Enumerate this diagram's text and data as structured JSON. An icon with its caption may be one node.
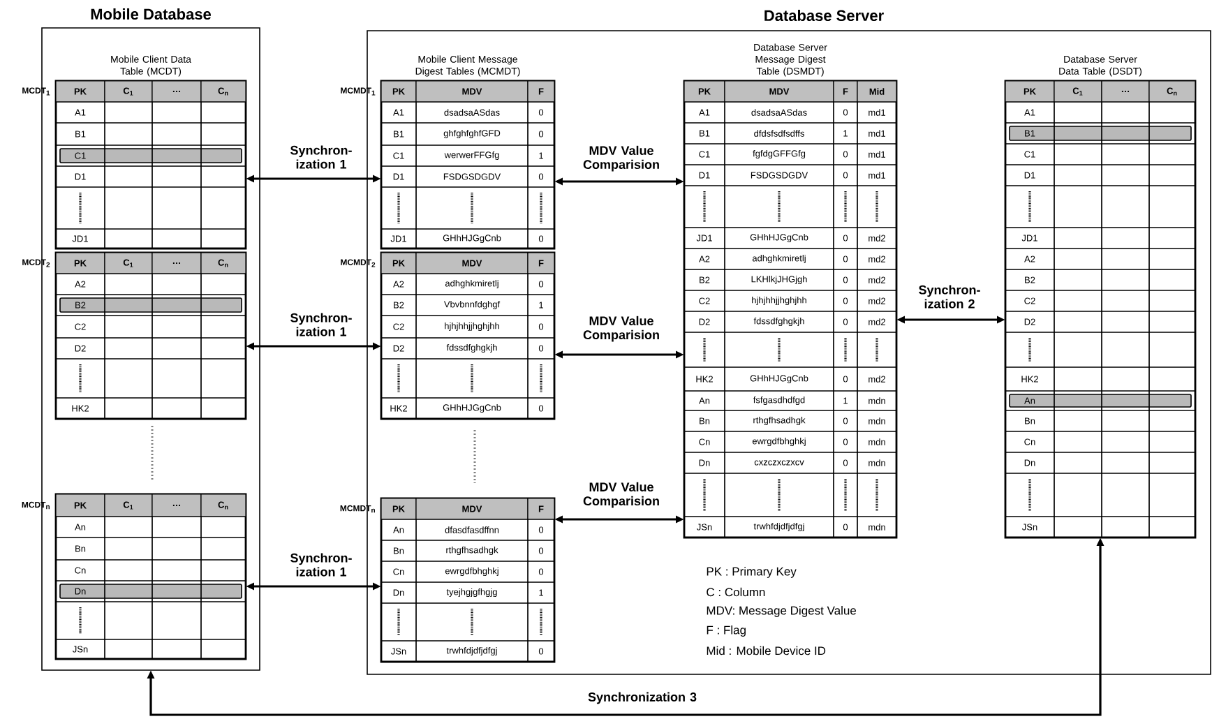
{
  "diagram": {
    "nodes": [
      {
        "text": [
          "Mobile Database"
        ]
      },
      {
        "text": [
          "Mobile Client Data Table (MCDT)",
          "PK",
          "C$_{1}$",
          "…",
          "C$_{n}$",
          "A1",
          "B1",
          "C1",
          "D1",
          "JD1"
        ],
        "beside": [
          "MCDT$_{1}$"
        ],
        "in": 0
      },
      {
        "text": [
          "PK",
          "C$_{1}$",
          "…",
          "C$_{n}$",
          "A2",
          "B2",
          "C2",
          "D2",
          "HK2"
        ],
        "beside": [
          "MCDT$_{2}$"
        ],
        "in": 0
      },
      {
        "text": [
          "PK",
          "C$_{1}$",
          "…",
          "C$_{n}$",
          "An",
          "Bn",
          "Cn",
          "Dn",
          "JSn"
        ],
        "beside": [
          "MCDT$_{n}$"
        ],
        "in": 0
      },
      {
        "text": [
          "Database Server"
        ]
      },
      {
        "text": [
          "Mobile Client Message Digest Tables (MCMDT)",
          "PK",
          "MDV",
          "F",
          "A1",
          "dsadsaASdas",
          "0",
          "B1",
          "ghfghfghfGFD",
          "0",
          "C1",
          "werwerFFGfg",
          "1",
          "D1",
          "FSDGSDGDV",
          "0",
          "JD1",
          "GHhHJGgCnb",
          "0"
        ],
        "beside": [
          "MCMDT$_{1}$"
        ],
        "in": 4
      },
      {
        "text": [
          "PK",
          "MDV",
          "F",
          "A2",
          "adhghkmiretlj",
          "0",
          "B2",
          "Vbvbnnfdghgf",
          "1",
          "C2",
          "hjhjhhjjhghjhh",
          "0",
          "D2",
          "fdssdfghgkjh",
          "0",
          "HK2",
          "GHhHJGgCnb",
          "0"
        ],
        "beside": [
          "MCMDT$_{2}$"
        ],
        "in": 4
      },
      {
        "text": [
          "PK",
          "MDV",
          "F",
          "An",
          "dfasdfasdffnn",
          "0",
          "Bn",
          "rthgfhsadhgk",
          "0",
          "Cn",
          "ewrgdfbhghkj",
          "0",
          "Dn",
          "tyejhgjgfhgjg",
          "1",
          "JSn",
          "trwhfdjdfjdfgj",
          "0"
        ],
        "beside": [
          "MCMDT$_{n}$"
        ],
        "in": 4
      },
      {
        "text": [
          "Database Server Message Digest Table (DSMDT)",
          "PK",
          "MDV",
          "F",
          "Mid",
          "A1",
          "dsadsaASdas",
          "0",
          "md1",
          "B1",
          "dfdsfsdfsdffs",
          "1",
          "md1",
          "C1",
          "fgfdgGFFGfg",
          "0",
          "md1",
          "D1",
          "FSDGSDGDV",
          "0",
          "md1",
          "JD1",
          "GHhHJGgCnb",
          "0",
          "md2",
          "A2",
          "adhghkmiretlj",
          "0",
          "md2",
          "B2",
          "LKHlkjJHGjgh",
          "0",
          "md2",
          "C2",
          "hjhjhhjjhghjhh",
          "0",
          "md2",
          "D2",
          "fdssdfghgkjh",
          "0",
          "md2",
          "HK2",
          "GHhHJGgCnb",
          "0",
          "md2",
          "An",
          "fsfgasdhdfgd",
          "1",
          "mdn",
          "Bn",
          "rthgfhsadhgk",
          "0",
          "mdn",
          "Cn",
          "ewrgdfbhghkj",
          "0",
          "mdn",
          "Dn",
          "cxzczxczxcv",
          "0",
          "mdn",
          "JSn",
          "trwhfdjdfjdfgj",
          "0",
          "mdn"
        ],
        "in": 4
      },
      {
        "text": [
          "Database Server Data Table (DSDT)",
          "PK",
          "C$_{1}$",
          "…",
          "C$_{n}$",
          "A1",
          "B1",
          "C1",
          "D1",
          "JD1",
          "A2",
          "B2",
          "C2",
          "D2",
          "HK2",
          "An",
          "Bn",
          "Cn",
          "Dn",
          "JSn"
        ],
        "in": 4
      }
    ],
    "edges": [
      {
        "from": 1,
        "to": 5,
        "arrow": "both",
        "label": "Synchron- ization 1"
      },
      {
        "from": 2,
        "to": 6,
        "arrow": "both",
        "label": "Synchron- ization 1"
      },
      {
        "from": 3,
        "to": 7,
        "arrow": "both",
        "label": "Synchron- ization 1"
      },
      {
        "from": 5,
        "to": 8,
        "arrow": "both",
        "label": "MDV Value Comparision"
      },
      {
        "from": 6,
        "to": 8,
        "arrow": "both",
        "label": "MDV Value Comparision"
      },
      {
        "from": 7,
        "to": 8,
        "arrow": "both",
        "label": "MDV Value Comparision"
      },
      {
        "from": 8,
        "to": 9,
        "arrow": "both",
        "label": "Synchron- ization 2"
      },
      {
        "from": 9,
        "to": 0,
        "arrow": "both",
        "label": "Synchronization 3"
      }
    ],
    "labels": [
      "PK : Primary Key",
      "C : Column",
      "MDV: Message Digest Value",
      "F : Flag",
      "Mid : Mobile Device ID"
    ]
  }
}
